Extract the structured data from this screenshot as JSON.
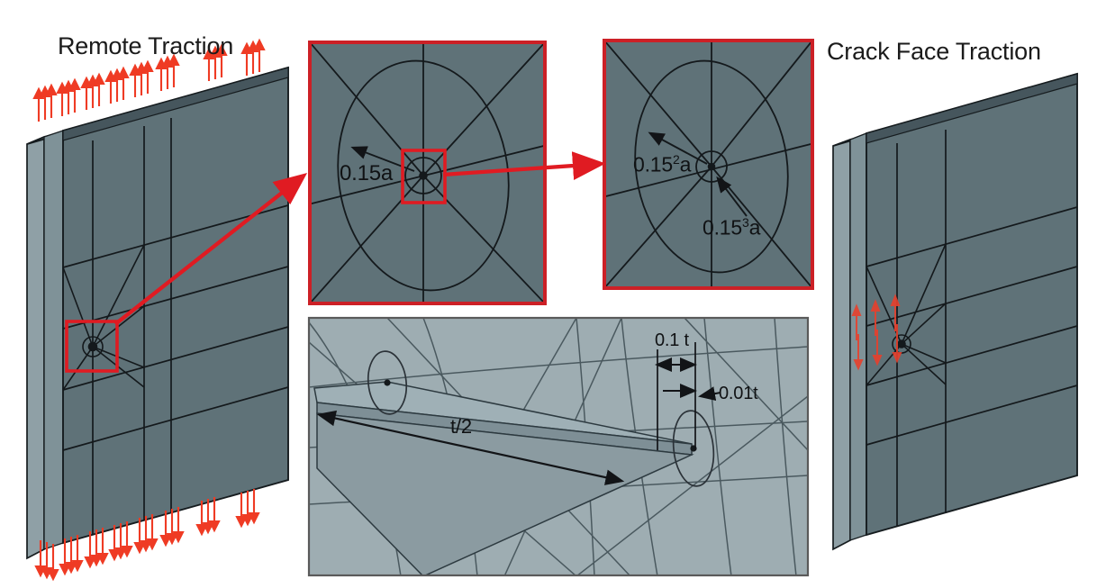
{
  "figure": {
    "type": "finite-element-mesh-diagram",
    "background_color": "#ffffff",
    "description": "Finite element model of a cracked plate with mesh refinement detail views"
  },
  "labels": {
    "remote_traction": "Remote Traction",
    "crack_face_traction": "Crack Face Traction"
  },
  "panels": {
    "detail_1": {
      "name": "first-zoom-detail",
      "radius_label": "0.15a",
      "border_color": "#cc2026",
      "fill_color": "#5f7278"
    },
    "detail_2": {
      "name": "second-zoom-detail",
      "radius_label_outer": "0.15",
      "radius_label_outer_exp": "2",
      "radius_label_outer_suffix": "a",
      "radius_label_inner": "0.15",
      "radius_label_inner_exp": "3",
      "radius_label_inner_suffix": "a",
      "border_color": "#cc2026",
      "fill_color": "#5f7278"
    },
    "detail_3": {
      "name": "crack-front-thickness-detail",
      "thickness_label": "t/2",
      "offset_label_outer": "0.1 t",
      "offset_label_inner": "0.01t",
      "border_color": "#5a5a5a",
      "fill_color": "#97a6ab"
    }
  },
  "models": {
    "left_plate": {
      "name": "remote-traction-plate",
      "face_color": "#5f7278",
      "side_color": "#7b8e95",
      "top_color": "#3a4b52",
      "edge_color": "#161c1f",
      "arrow_color": "#ef3b24",
      "top_arrow_count": 9,
      "bottom_arrow_count": 9
    },
    "right_plate": {
      "name": "crack-face-traction-plate",
      "face_color": "#5f7278",
      "side_color": "#7b8e95",
      "top_color": "#3a4b52",
      "edge_color": "#161c1f",
      "arrow_color": "#e8402c",
      "crack_arrow_count": 3
    }
  },
  "connectors": [
    {
      "name": "connector-plate-to-detail-1",
      "color": "#e01b22"
    },
    {
      "name": "connector-detail-1-to-detail-2",
      "color": "#e01b22"
    }
  ],
  "colors": {
    "red_accent": "#e01b22",
    "plate_face": "#5f7278",
    "plate_side": "#7b8e95",
    "mesh_line": "#14191c",
    "text": "#1b1b1b"
  }
}
